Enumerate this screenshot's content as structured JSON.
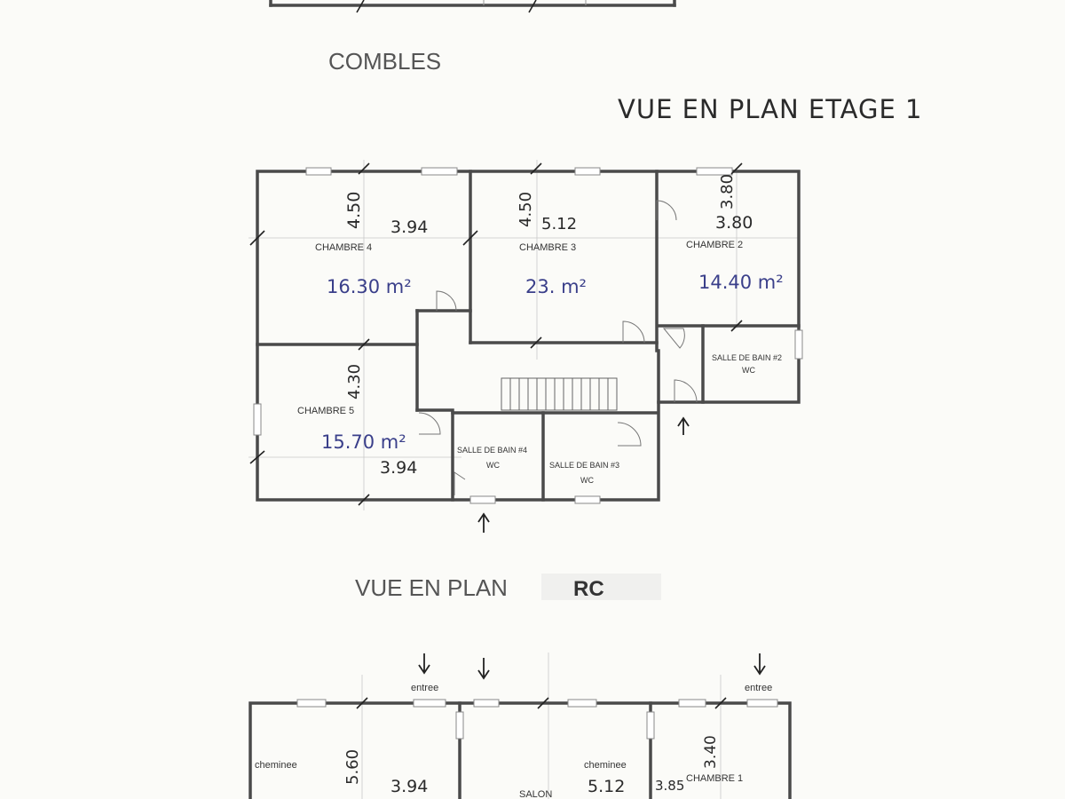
{
  "titles": {
    "combles": "COMBLES",
    "etage1": "VUE EN PLAN ETAGE 1",
    "rc_prefix": "VUE EN PLAN",
    "rc_suffix": "RC"
  },
  "etage1": {
    "chambre4": {
      "label": "CHAMBRE 4",
      "area": "16.30 m²",
      "dim_w": "3.94",
      "dim_h": "4.50"
    },
    "chambre3": {
      "label": "CHAMBRE 3",
      "area": "23. m²",
      "dim_w": "5.12",
      "dim_h": "4.50"
    },
    "chambre2": {
      "label": "CHAMBRE 2",
      "area": "14.40 m²",
      "dim_w": "3.80",
      "dim_h": "3.80"
    },
    "chambre5": {
      "label": "CHAMBRE 5",
      "area": "15.70 m²",
      "dim_w": "3.94",
      "dim_h": "4.30"
    },
    "sdb2": {
      "label": "SALLE DE BAIN #2",
      "wc": "WC"
    },
    "sdb3": {
      "label": "SALLE DE BAIN #3",
      "wc": "WC"
    },
    "sdb4": {
      "label": "SALLE DE BAIN #4",
      "wc": "WC"
    }
  },
  "rc": {
    "entree_left": "entree",
    "entree_right": "entree",
    "cheminee_left": "cheminee",
    "cheminee_mid": "cheminee",
    "salon": "SALON",
    "chambre1": "CHAMBRE 1",
    "dim_left_h": "5.60",
    "dim_left_w": "3.94",
    "dim_mid_w": "5.12",
    "dim_right_w": "3.85",
    "dim_right_h": "3.40"
  }
}
